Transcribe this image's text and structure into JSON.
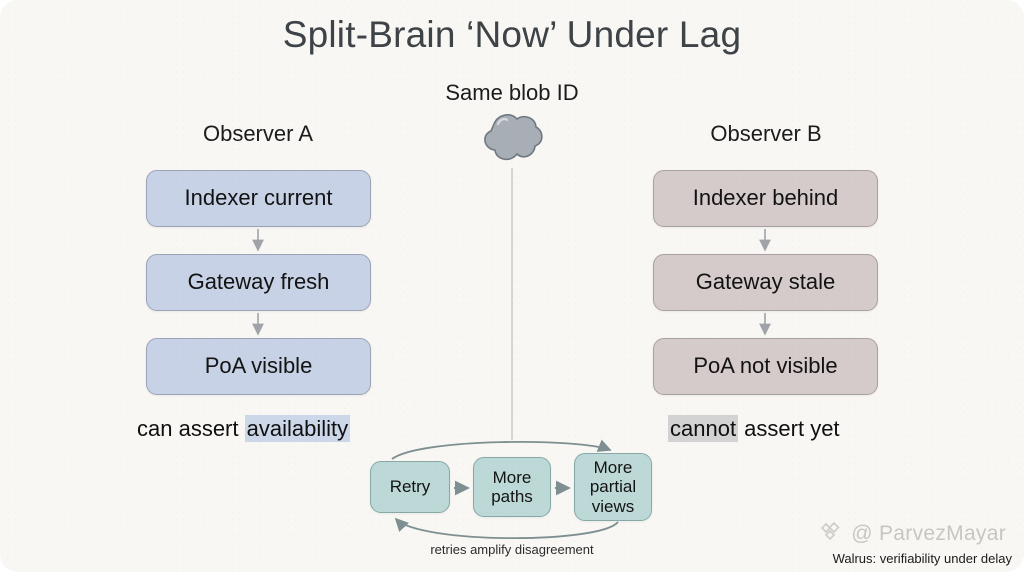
{
  "slide": {
    "title": "Split-Brain ‘Now’ Under Lag",
    "background_color": "#f8f7f4"
  },
  "center": {
    "blob_label": "Same blob ID",
    "blob_icon": "blob-shape-icon",
    "blob_color": "#a8aeb5"
  },
  "columns": [
    {
      "id": "observer-a",
      "heading": "Observer A",
      "accent_color": "#c7d2e6",
      "nodes": [
        {
          "label": "Indexer current"
        },
        {
          "label": "Gateway fresh"
        },
        {
          "label": "PoA visible"
        }
      ],
      "assertion_prefix": "can assert ",
      "assertion_highlight": "availability",
      "assertion_suffix": "",
      "highlight_color": "#ccd8ea"
    },
    {
      "id": "observer-b",
      "heading": "Observer B",
      "accent_color": "#d6cbcb",
      "nodes": [
        {
          "label": "Indexer behind"
        },
        {
          "label": "Gateway stale"
        },
        {
          "label": "PoA not visible"
        }
      ],
      "assertion_prefix": "",
      "assertion_highlight": "cannot",
      "assertion_suffix": " assert yet",
      "highlight_color": "#d3d3d3"
    }
  ],
  "loop": {
    "accent_color": "#bdd9d7",
    "nodes": [
      {
        "label": "Retry"
      },
      {
        "label": "More\npaths",
        "line1": "More",
        "line2": "paths"
      },
      {
        "label": "More\npartial\nviews",
        "line1": "More",
        "line2": "partial",
        "line3": "views"
      }
    ],
    "caption": "retries amplify disagreement"
  },
  "footer": {
    "note": "Walrus: verifiability under delay"
  },
  "watermark": {
    "handle": "@ ParvezMayar",
    "logo_icon": "diamond-logo-icon"
  }
}
